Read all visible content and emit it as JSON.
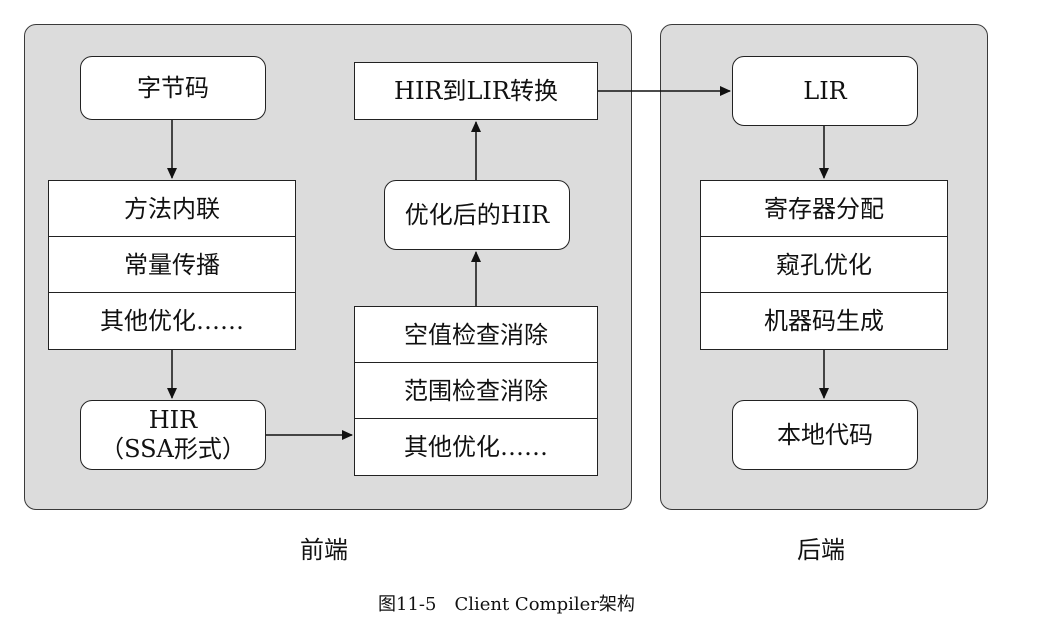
{
  "frontend": {
    "label": "前端",
    "bytecode": "字节码",
    "opt_stack": [
      "方法内联",
      "常量传播",
      "其他优化……"
    ],
    "hir_line1": "HIR",
    "hir_line2": "（SSA形式）",
    "hir_opt_stack": [
      "空值检查消除",
      "范围检查消除",
      "其他优化……"
    ],
    "optimized_hir": "优化后的HIR",
    "hir_to_lir": "HIR到LIR转换"
  },
  "backend": {
    "label": "后端",
    "lir": "LIR",
    "stack": [
      "寄存器分配",
      "窥孔优化",
      "机器码生成"
    ],
    "native_code": "本地代码"
  },
  "figure_caption": "图11-5　Client Compiler架构"
}
